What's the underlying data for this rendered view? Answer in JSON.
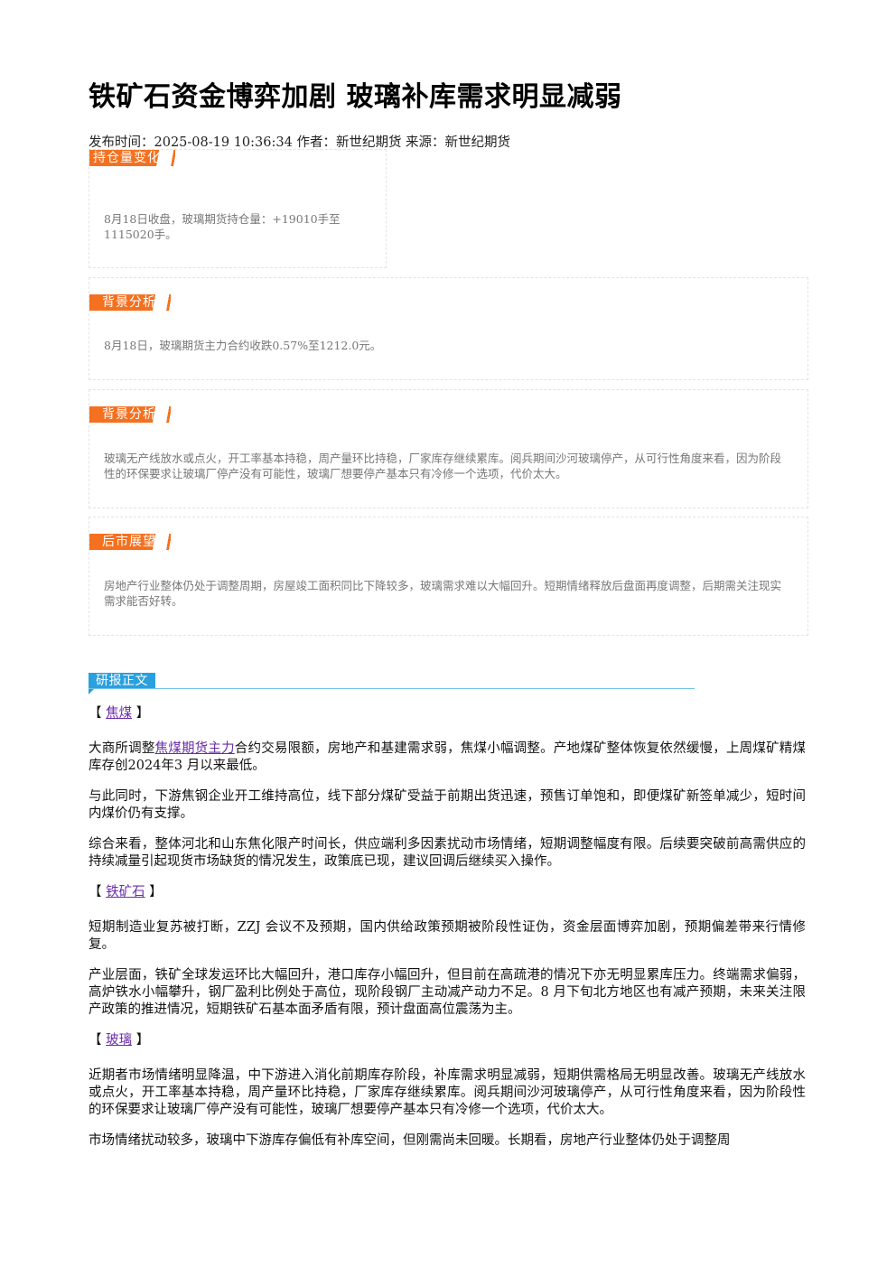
{
  "title": "铁矿石资金博弈加剧 玻璃补库需求明显减弱",
  "meta": "发布时间：2025-08-19 10:36:34 作者：新世纪期货 来源：新世纪期货",
  "boxes": [
    {
      "tag": "持仓量变化",
      "text": "8月18日收盘，玻璃期货持仓量：+19010手至1115020手。"
    },
    {
      "tag": "背景分析",
      "text": "8月18日，玻璃期货主力合约收跌0.57%至1212.0元。"
    },
    {
      "tag": "背景分析",
      "text": "玻璃无产线放水或点火，开工率基本持稳，周产量环比持稳，厂家库存继续累库。阅兵期间沙河玻璃停产，从可行性角度来看，因为阶段性的环保要求让玻璃厂停产没有可能性，玻璃厂想要停产基本只有冷修一个选项，代价太大。"
    },
    {
      "tag": "后市展望",
      "text": "房地产行业整体仍处于调整周期，房屋竣工面积同比下降较多，玻璃需求难以大幅回升。短期情绪释放后盘面再度调整，后期需关注现实需求能否好转。"
    }
  ],
  "section_label": "研报正文",
  "article": {
    "coke": {
      "open": "【",
      "link": "焦煤",
      "close": "】",
      "p1_pre": "大商所调整",
      "p1_link": "焦煤期货主力",
      "p1_post": "合约交易限额，房地产和基建需求弱，焦煤小幅调整。产地煤矿整体恢复依然缓慢，上周煤矿精煤库存创2024年3 月以来最低。",
      "p2": "与此同时，下游焦钢企业开工维持高位，线下部分煤矿受益于前期出货迅速，预售订单饱和，即便煤矿新签单减少，短时间内煤价仍有支撑。",
      "p3": "综合来看，整体河北和山东焦化限产时间长，供应端利多因素扰动市场情绪，短期调整幅度有限。后续要突破前高需供应的持续减量引起现货市场缺货的情况发生，政策底已现，建议回调后继续买入操作。"
    },
    "iron": {
      "open": "【",
      "link": "铁矿石",
      "close": "】",
      "p1": "短期制造业复苏被打断，ZZJ 会议不及预期，国内供给政策预期被阶段性证伪，资金层面博弈加剧，预期偏差带来行情修复。",
      "p2": "产业层面，铁矿全球发运环比大幅回升，港口库存小幅回升，但目前在高疏港的情况下亦无明显累库压力。终端需求偏弱，高炉铁水小幅攀升，钢厂盈利比例处于高位，现阶段钢厂主动减产动力不足。8 月下旬北方地区也有减产预期，未来关注限产政策的推进情况，短期铁矿石基本面矛盾有限，预计盘面高位震荡为主。"
    },
    "glass": {
      "open": "【",
      "link": "玻璃",
      "close": "】",
      "p1": "近期者市场情绪明显降温，中下游进入消化前期库存阶段，补库需求明显减弱，短期供需格局无明显改善。玻璃无产线放水或点火，开工率基本持稳，周产量环比持稳，厂家库存继续累库。阅兵期间沙河玻璃停产，从可行性角度来看，因为阶段性的环保要求让玻璃厂停产没有可能性，玻璃厂想要停产基本只有冷修一个选项，代价太大。",
      "p2": "市场情绪扰动较多，玻璃中下游库存偏低有补库空间，但刚需尚未回暖。长期看，房地产行业整体仍处于调整周"
    }
  }
}
